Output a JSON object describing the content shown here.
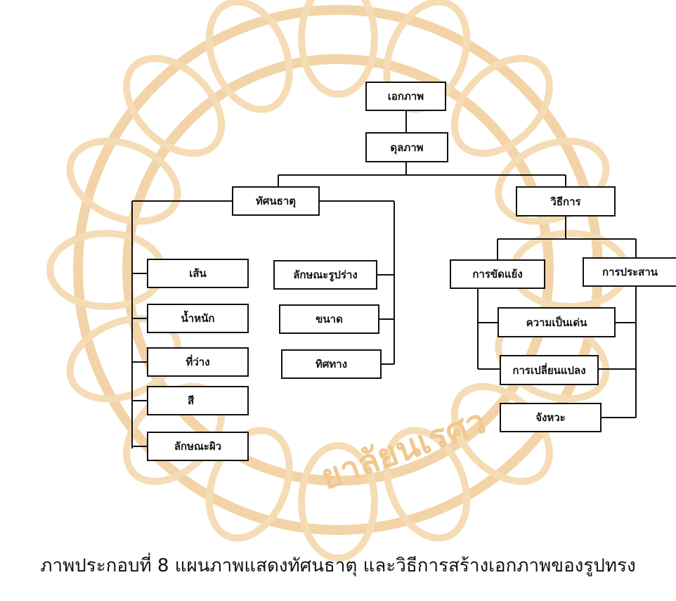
{
  "diagram": {
    "root": "เอกภาพ",
    "level2": "ดุลภาพ",
    "left_branch": {
      "label": "ทัศนธาตุ",
      "elements_left": [
        "เส้น",
        "น้ำหนัก",
        "ที่ว่าง",
        "สี",
        "ลักษณะผิว"
      ],
      "elements_right": [
        "ลักษณะรูปร่าง",
        "ขนาด",
        "ทิศทาง"
      ]
    },
    "right_branch": {
      "label": "วิธีการ",
      "sub_left": "การขัดแย้ง",
      "sub_right": "การประสาน",
      "items": [
        "ความเป็นเด่น",
        "การเปลี่ยนแปลง",
        "จังหวะ"
      ]
    }
  },
  "caption": "ภาพประกอบที่ 8 แผนภาพแสดงทัศนธาตุ และวิธีการสร้างเอกภาพของรูปทรง",
  "colors": {
    "watermark": "#f2d4a8",
    "watermark_text": "#f0c890",
    "line": "#111111",
    "text": "#111111"
  }
}
